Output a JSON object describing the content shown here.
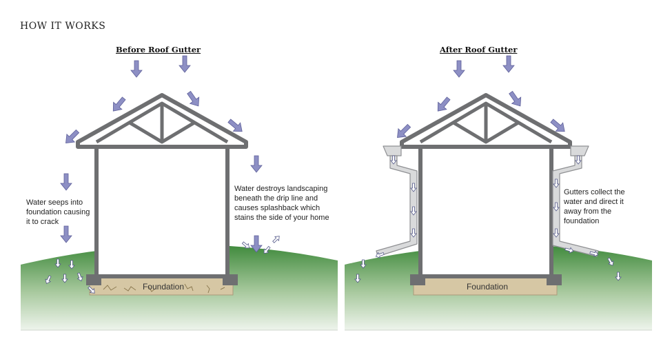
{
  "header": "HOW IT WORKS",
  "panels": [
    {
      "title": "Before Roof Gutter",
      "foundation_label": "Foundation",
      "note_left": "Water seeps into\nfoundation causing\nit to crack",
      "note_right": "Water destroys landscaping\nbeneath the drip line and\ncauses splashback which\nstains the side of your home"
    },
    {
      "title": "After Roof Gutter",
      "foundation_label": "Foundation",
      "note_right": "Gutters collect the\nwater and direct it\naway from the\nfoundation"
    }
  ],
  "colors": {
    "arrow": "#8d8fc4",
    "frame": "#6e6f71",
    "grass": "#3f8a3c",
    "foundation": "#d6c7a4",
    "gutter": "#d9dadb"
  }
}
